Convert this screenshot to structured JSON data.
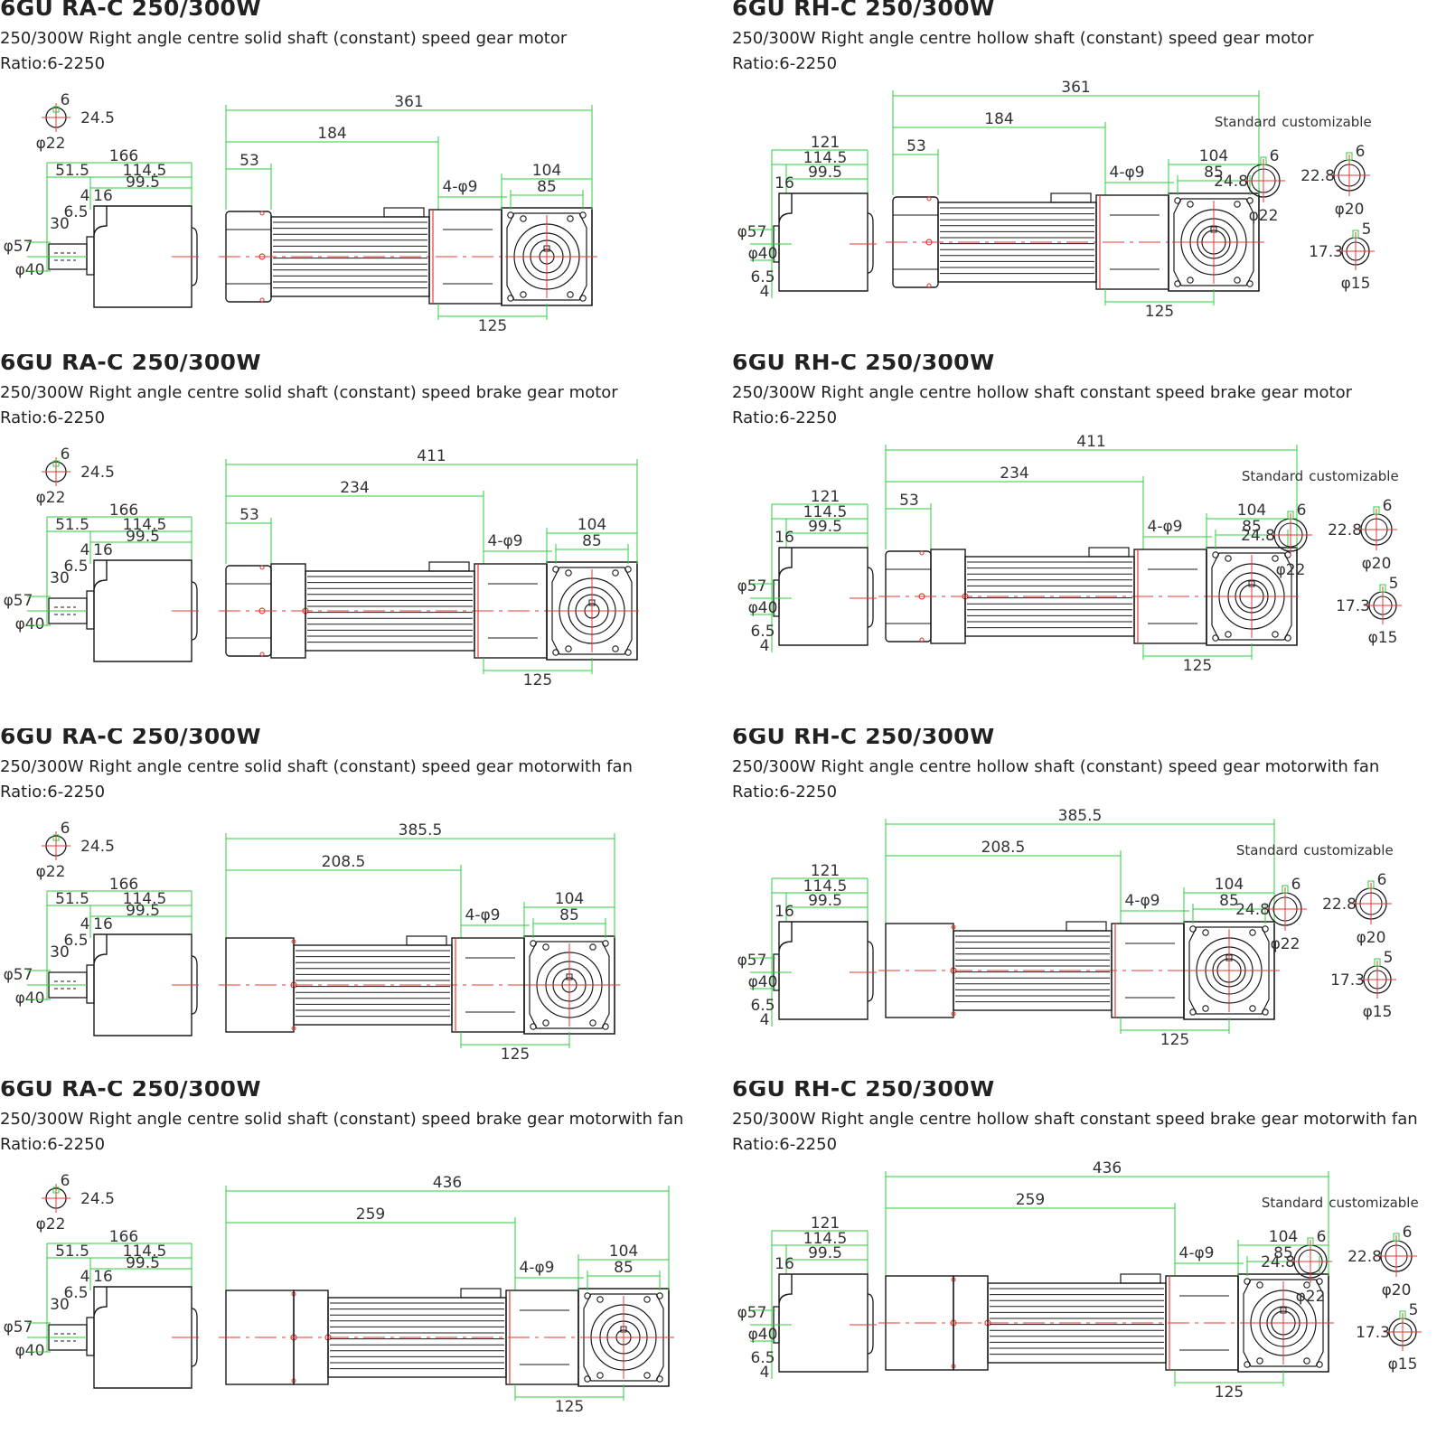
{
  "sections": [
    {
      "title": "6GU  RA-C  250/300W",
      "description": "250/300W Right angle centre solid shaft (constant) speed gear motor",
      "ratio": "Ratio:6-2250",
      "type": "solid",
      "motor": "basic",
      "dims": {
        "total": "361",
        "body": "184",
        "left": "53"
      },
      "common": {
        "bolt": "4-φ9",
        "w1": "104",
        "w2": "85",
        "base": "125"
      }
    },
    {
      "title": "6GU  RH-C  250/300W",
      "description": "250/300W Right angle centre hollow shaft (constant) speed gear motor",
      "ratio": "Ratio:6-2250",
      "type": "hollow",
      "motor": "basic",
      "dims": {
        "total": "361",
        "body": "184",
        "left": "53"
      },
      "common": {
        "bolt": "4-φ9",
        "w1": "104",
        "w2": "85",
        "base": "125"
      }
    },
    {
      "title": "6GU  RA-C  250/300W",
      "description": "250/300W Right angle centre solid shaft (constant) speed brake gear motor",
      "ratio": "Ratio:6-2250",
      "type": "solid",
      "motor": "brake",
      "dims": {
        "total": "411",
        "body": "234",
        "left": "53"
      },
      "common": {
        "bolt": "4-φ9",
        "w1": "104",
        "w2": "85",
        "base": "125"
      }
    },
    {
      "title": "6GU  RH-C  250/300W",
      "description": "250/300W Right angle centre hollow shaft constant speed brake gear motor",
      "ratio": "Ratio:6-2250",
      "type": "hollow",
      "motor": "brake",
      "dims": {
        "total": "411",
        "body": "234",
        "left": "53"
      },
      "common": {
        "bolt": "4-φ9",
        "w1": "104",
        "w2": "85",
        "base": "125"
      }
    },
    {
      "title": "6GU  RA-C  250/300W",
      "description": "250/300W Right angle centre solid shaft (constant) speed gear motorwith fan",
      "ratio": "Ratio:6-2250",
      "type": "solid",
      "motor": "fan",
      "dims": {
        "total": "385.5",
        "body": "208.5",
        "left": ""
      },
      "common": {
        "bolt": "4-φ9",
        "w1": "104",
        "w2": "85",
        "base": "125"
      }
    },
    {
      "title": "6GU  RH-C  250/300W",
      "description": "250/300W Right angle centre hollow shaft (constant) speed gear motorwith fan",
      "ratio": "Ratio:6-2250",
      "type": "hollow",
      "motor": "fan",
      "dims": {
        "total": "385.5",
        "body": "208.5",
        "left": ""
      },
      "common": {
        "bolt": "4-φ9",
        "w1": "104",
        "w2": "85",
        "base": "125"
      }
    },
    {
      "title": "6GU  RA-C  250/300W",
      "description": "250/300W Right angle centre solid shaft (constant) speed brake gear motorwith fan",
      "ratio": "Ratio:6-2250",
      "type": "solid",
      "motor": "brakefan",
      "dims": {
        "total": "436",
        "body": "259",
        "left": ""
      },
      "common": {
        "bolt": "4-φ9",
        "w1": "104",
        "w2": "85",
        "base": "125"
      }
    },
    {
      "title": "6GU  RH-C  250/300W",
      "description": "250/300W Right angle centre hollow shaft constant speed brake gear motorwith fan",
      "ratio": "Ratio:6-2250",
      "type": "hollow",
      "motor": "brakefan",
      "dims": {
        "total": "436",
        "body": "259",
        "left": ""
      },
      "common": {
        "bolt": "4-φ9",
        "w1": "104",
        "w2": "85",
        "base": "125"
      }
    }
  ],
  "solid_side": {
    "key": "6",
    "key_h": "24.5",
    "shaft": "φ22",
    "len": "166",
    "d1": "51.5",
    "d2": "114.5",
    "d3": "99.5",
    "d4": "4",
    "d5": "16",
    "d6": "6.5",
    "d7": "30",
    "flange": "φ57",
    "boss": "φ40"
  },
  "hollow_side": {
    "d1": "121",
    "d2": "114.5",
    "d3": "99.5",
    "d4": "16",
    "flange": "φ57",
    "boss": "φ40",
    "d5": "6.5",
    "d6": "4"
  },
  "bore_options": {
    "standard": "Standard",
    "custom": "customizable",
    "s_key": "6",
    "s_h": "24.8",
    "s_d": "φ22",
    "c1_key": "6",
    "c1_h": "22.8",
    "c1_d": "φ20",
    "c2_key": "5",
    "c2_h": "17.3",
    "c2_d": "φ15"
  },
  "colors": {
    "outline": "#1a1a1a",
    "dimension": "#2ecc40",
    "center": "#e53935",
    "text": "#333333"
  }
}
